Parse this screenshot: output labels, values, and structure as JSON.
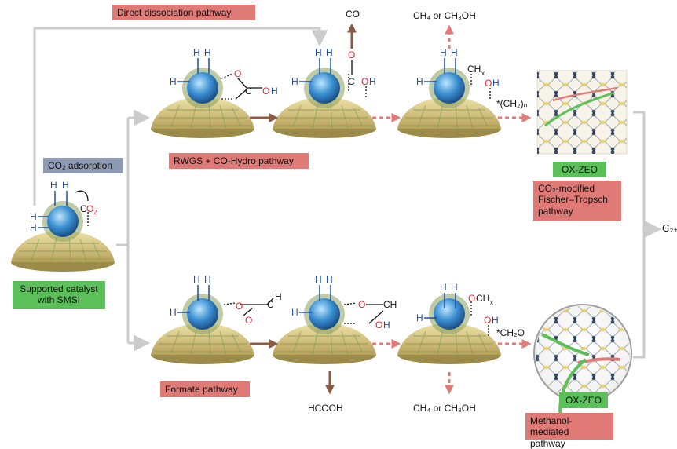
{
  "pathways": {
    "direct": "Direct dissociation pathway",
    "rwgs": "RWGS + CO-Hydro pathway",
    "formate": "Formate pathway",
    "ftt_line1": "CO₂-modified",
    "ftt_line2": "Fischer–Tropsch",
    "ftt_line3": "pathway",
    "methanol_line1": "Methanol-mediated",
    "methanol_line2": "pathway"
  },
  "labels": {
    "co2_adsorption": "CO₂ adsorption",
    "supported_line1": "Supported catalyst",
    "supported_line2": "with SMSI",
    "oxzeo_top": "OX-ZEO",
    "oxzeo_bottom": "OX-ZEO",
    "co": "CO",
    "ch4_top": "CH₄ or CH₃OH",
    "ch4_bottom": "CH₄ or CH₃OH",
    "hcooh": "HCOOH",
    "ch2n": "*(CH₂)ₙ",
    "ch2o": "*CH₂O",
    "product": "C₂₊"
  },
  "colors": {
    "gray_arrow": "#cccccc",
    "brown_arrow": "#8a5a44",
    "red_dashed": "#e07a76",
    "red_box": "#e07a76",
    "green_box": "#5bbf5a",
    "blue_box": "#8d9ab3",
    "sphere": "#3a8fd1",
    "support": "#d8c88a",
    "oxygen": "#e0262e",
    "hydrogen": "#1f4fa3",
    "zeolite_node": "#3a4a66",
    "zeolite_bead": "#e6cf7a"
  }
}
